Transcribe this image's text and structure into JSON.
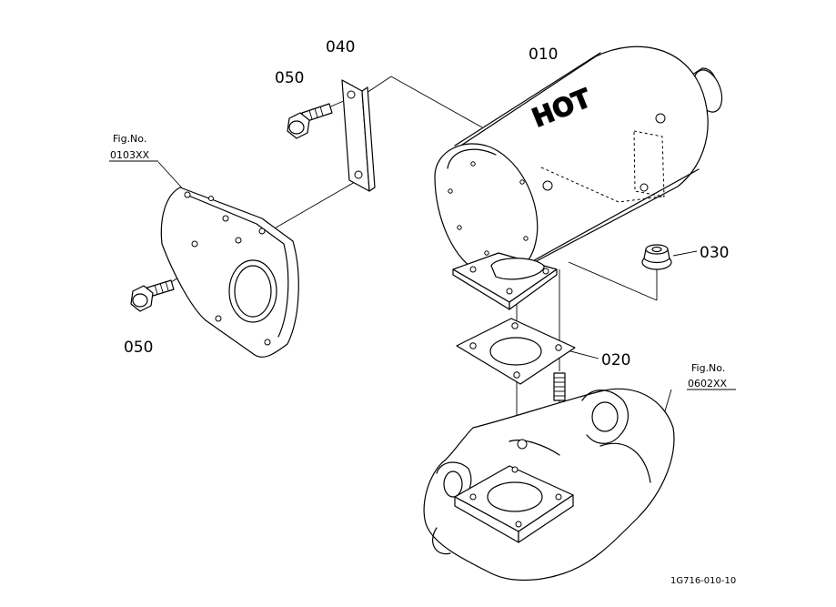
{
  "labels": {
    "p010": "010",
    "p020": "020",
    "p030": "030",
    "p040": "040",
    "p050_top": "050",
    "p050_bottom": "050"
  },
  "muffler_text": "HOT",
  "fig_refs": [
    {
      "title": "Fig.No.",
      "number": "0103XX"
    },
    {
      "title": "Fig.No.",
      "number": "0602XX"
    }
  ],
  "drawing_code": "1G716-010-10"
}
